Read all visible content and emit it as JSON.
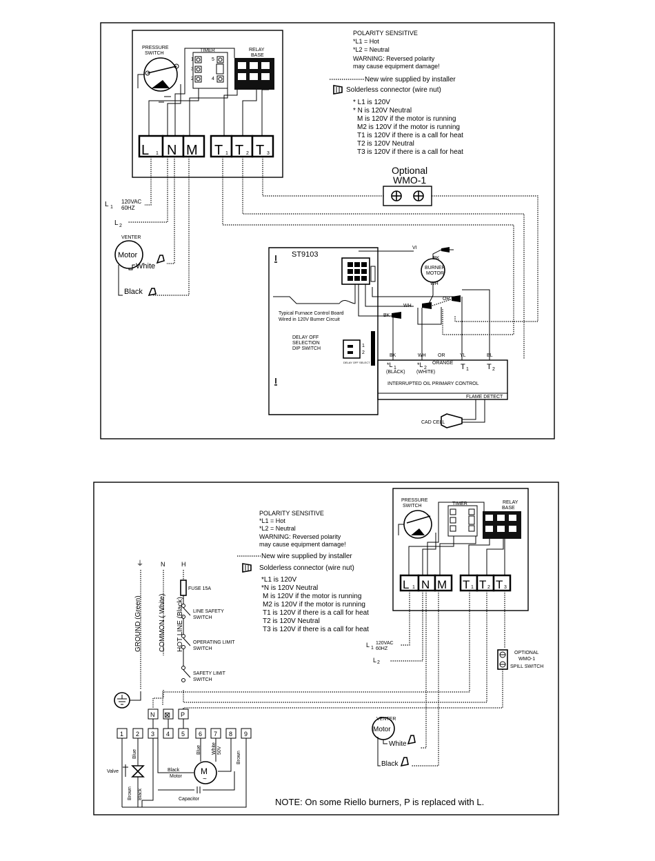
{
  "top": {
    "polarity": {
      "title": "POLARITY SENSITIVE",
      "l1": "*L1 = Hot",
      "l2": "*L2 = Neutral",
      "warn1": "WARNING: Reversed polarity",
      "warn2": "may cause equipment damage!"
    },
    "legend": {
      "new_wire": "New wire supplied by installer",
      "connector": "Solderless connector (wire nut)"
    },
    "notes": [
      "* L1 is 120V",
      "* N is 120V Neutral",
      "M is 120V if the motor is running",
      "M2 is 120V if the motor is running",
      "T1 is 120V if there is a call for heat",
      "T2 is 120V Neutral",
      "T3 is 120V if there is a call for heat"
    ],
    "relay_box": {
      "pressure_switch": [
        "PRESSURE",
        "SWITCH"
      ],
      "timer": "TIMER",
      "relay_base": [
        "RELAY",
        "BASE"
      ],
      "terminals": [
        "L",
        "N",
        "M",
        "T",
        "T",
        "T"
      ],
      "subs": [
        "1",
        "1",
        "2",
        "3"
      ],
      "timer_nums": [
        "1",
        "2",
        "3",
        "4",
        "5"
      ]
    },
    "supply": {
      "l1": "L",
      "l1_sub": "1",
      "volt": "120VAC",
      "hz": "60HZ",
      "l2": "L",
      "l2_sub": "2"
    },
    "optional": {
      "line1": "Optional",
      "line2": "WMO-1"
    },
    "venter": {
      "label": "VENTER",
      "motor": "Motor",
      "white": "White",
      "black": "Black"
    },
    "board": {
      "model": "ST9103",
      "desc1": "Typical Furnace Control Board",
      "desc2": "Wired in 120V Burner Circuit",
      "dip1": "DELAY OFF",
      "dip2": "SELECTION",
      "dip3": "DIP SWITCH",
      "dip_nums": [
        "1",
        "2"
      ],
      "dip_sub": "DELAY OFF SELECT",
      "burner1": "BURNER",
      "burner2": "MOTOR",
      "wire_labels": {
        "vi": "VI",
        "bk": "BK",
        "wh": "WH",
        "or": "OR",
        "wh2": "WH",
        "bk2": "BK"
      },
      "top_labels": [
        "BK",
        "WH",
        "OR",
        "YL",
        "BL"
      ],
      "terms": [
        {
          "main": "*L",
          "sub": "1",
          "note": "(BLACK)"
        },
        {
          "main": "*L",
          "sub": "2",
          "note": "(WHITE)"
        },
        {
          "main": "ORANGE",
          "sub": "",
          "note": ""
        },
        {
          "main": "T",
          "sub": "1",
          "note": ""
        },
        {
          "main": "T",
          "sub": "2",
          "note": ""
        }
      ],
      "primary": "INTERRUPTED OIL PRIMARY CONTROL",
      "flame": "FLAME DETECT",
      "cad": "CAD CELL"
    }
  },
  "bottom": {
    "polarity": {
      "title": "POLARITY SENSITIVE",
      "l1": "*L1 = Hot",
      "l2": "*L2 = Neutral",
      "warn1": "WARNING: Reversed polarity",
      "warn2": "may cause equipment damage!"
    },
    "legend": {
      "new_wire": "New wire supplied by installer",
      "connector": "Solderless connector (wire nut)"
    },
    "notes": [
      "*L1 is 120V",
      "*N is 120V Neutral",
      "M is 120V if the motor is running",
      "M2 is 120V if the motor is running",
      "T1 is 120V if there is a call for heat",
      "T2 is 120V Neutral",
      "T3 is 120V if there is a call for heat"
    ],
    "relay_box": {
      "pressure_switch": [
        "PRESSURE",
        "SWITCH"
      ],
      "timer": "TIMER",
      "relay_base": [
        "RELAY",
        "BASE"
      ],
      "terminals": [
        "L",
        "N",
        "M",
        "T",
        "T",
        "T"
      ],
      "subs": [
        "1",
        "1",
        "2",
        "3"
      ]
    },
    "supply": {
      "l1": "L",
      "l1_sub": "1",
      "volt": "120VAC",
      "hz": "60HZ",
      "l2": "L",
      "l2_sub": "2"
    },
    "optional": {
      "line1": "OPTIONAL",
      "line2": "WMO-1",
      "line3": "SPILL SWITCH"
    },
    "venter": {
      "label": "VENTER",
      "motor": "Motor",
      "white": "White",
      "black": "Black"
    },
    "power": {
      "ground_sym": "⏚",
      "n": "N",
      "h": "H",
      "ground": "GROUND (Green)",
      "common": "COMMON ( White)",
      "hot": "HOT LINE (Black)",
      "fuse": "FUSE 15A",
      "sw1": [
        "LINE SAFETY",
        "SWITCH"
      ],
      "sw2": [
        "OPERATING LIMIT",
        "SWITCH"
      ],
      "sw3": [
        "SAFETY LIMIT",
        "SWITCH"
      ]
    },
    "riello": {
      "top_terms": [
        "N",
        "⊠",
        "P"
      ],
      "terms": [
        "1",
        "2",
        "3",
        "4",
        "5",
        "6",
        "7",
        "8",
        "9"
      ],
      "blue": "Blue",
      "blue2": "Blue",
      "white50": "White",
      "v50": "50V",
      "brown": "Brown",
      "brown2": "Brown",
      "black": "Black",
      "black2": "Black",
      "motor": "Motor",
      "m": "M",
      "tilde": "~",
      "capacitor": "Capacitor",
      "valve": "Valve"
    },
    "note": "NOTE: On some Riello burners, P is replaced with L."
  }
}
